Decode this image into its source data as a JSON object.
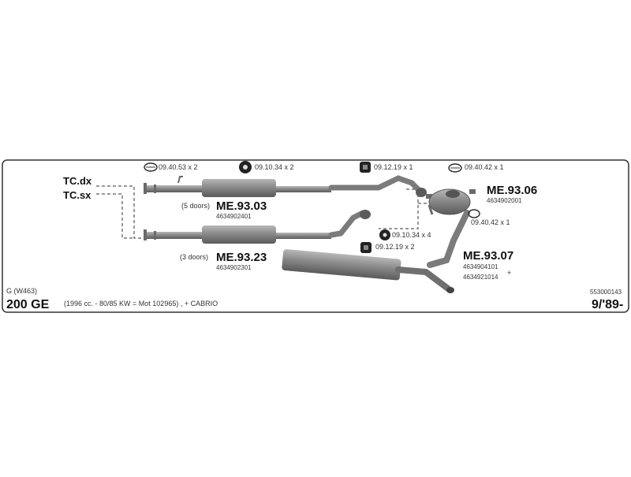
{
  "frame": {
    "model": "G (W463)",
    "engine": "200 GE",
    "spec": "(1996 cc. - 80/85 KW = Mot 102965) , + CABRIO",
    "catalog_number": "553000143",
    "date": "9/'89-"
  },
  "inlets": {
    "right": "TC.dx",
    "left": "TC.sx"
  },
  "fittings": [
    {
      "ref": "09.40.53 x 2",
      "icon": "clamp-icon"
    },
    {
      "ref": "09.10.34 x 2",
      "icon": "rubber-mount-icon"
    },
    {
      "ref": "09.12.19 x 1",
      "icon": "hanger-icon"
    },
    {
      "ref": "09.40.42 x 1",
      "icon": "clamp-icon"
    },
    {
      "ref": "09.40.42 x 1",
      "icon": "clamp-icon"
    },
    {
      "ref": "09.10.34 x 4",
      "icon": "rubber-mount-icon"
    },
    {
      "ref": "09.12.19 x 2",
      "icon": "hanger-icon"
    }
  ],
  "parts": [
    {
      "code": "ME.93.03",
      "number": "4634902401",
      "note": "(5 doors)"
    },
    {
      "code": "ME.93.23",
      "number": "4634902301",
      "note": "(3 doors)"
    },
    {
      "code": "ME.93.06",
      "number": "4634902001"
    },
    {
      "code": "ME.93.07",
      "numbers": [
        "4634904101",
        "4634921014"
      ],
      "plus": "+"
    }
  ],
  "colors": {
    "pipe": "#8a8a8a",
    "pipe_dark": "#5e5e5e",
    "frame": "#333333"
  }
}
